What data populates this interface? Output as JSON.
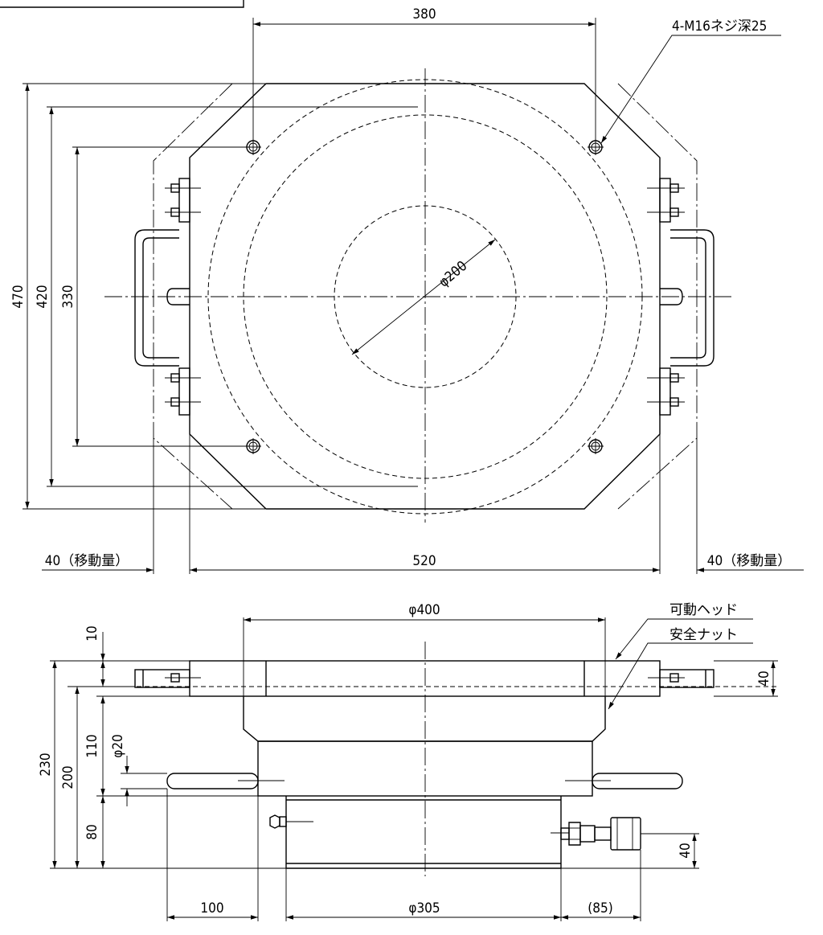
{
  "plan_view": {
    "dim_bolt_pitch_x": "380",
    "thread_note": "4-M16ネジ深25",
    "dim_height_outer": "470",
    "dim_height_body": "420",
    "dim_bolt_pitch_y": "330",
    "dim_inner_circle": "φ200",
    "dim_travel_left": "40（移動量）",
    "dim_width": "520",
    "dim_travel_right": "40（移動量）"
  },
  "side_view": {
    "dim_head_dia": "φ400",
    "label_moving_head": "可動ヘッド",
    "label_safety_nut": "安全ナット",
    "dim_top_plate": "10",
    "dim_plate_thickness": "40",
    "dim_total_height": "230",
    "dim_body_height": "200",
    "dim_upper": "110",
    "dim_handle_dia": "φ20",
    "dim_lower": "80",
    "dim_coupler_height": "40",
    "dim_handle_length": "100",
    "dim_cylinder_dia": "φ305",
    "dim_coupler_length": "(85)"
  }
}
